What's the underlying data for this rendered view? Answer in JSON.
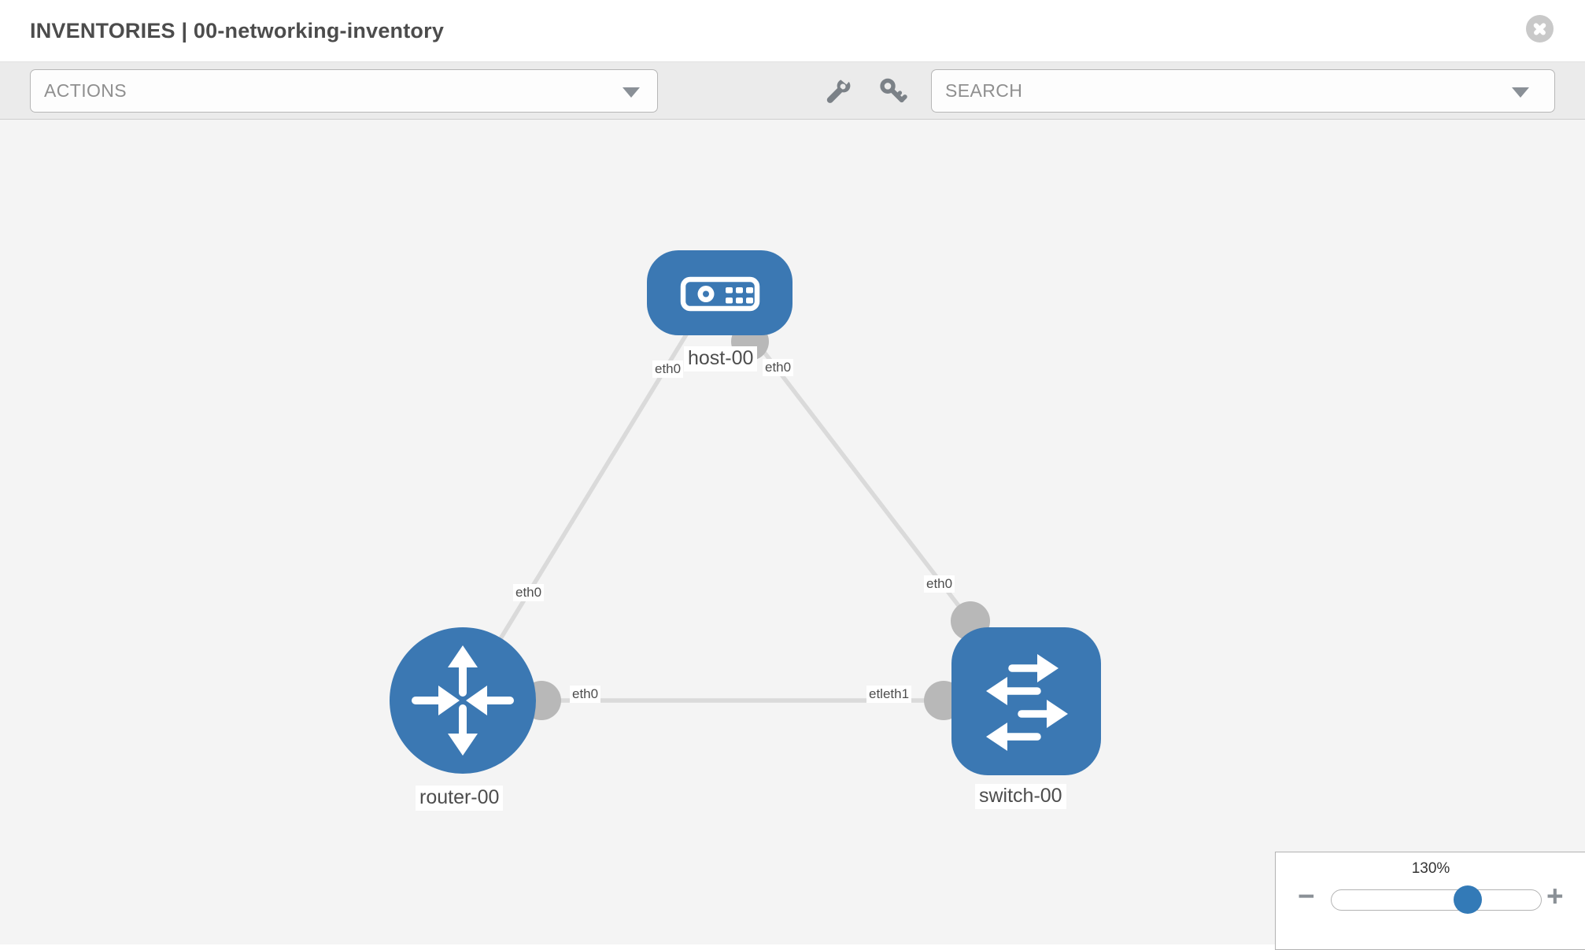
{
  "header": {
    "title": "INVENTORIES | 00-networking-inventory"
  },
  "toolbar": {
    "actions_label": "ACTIONS",
    "search_placeholder": "SEARCH",
    "tool_icons": [
      "wrench",
      "key"
    ]
  },
  "diagram": {
    "nodes": [
      {
        "id": "host-00",
        "type": "host",
        "label": "host-00"
      },
      {
        "id": "router-00",
        "type": "router",
        "label": "router-00"
      },
      {
        "id": "switch-00",
        "type": "switch",
        "label": "switch-00"
      }
    ],
    "links": [
      {
        "from": "host-00",
        "to": "router-00",
        "labels": [
          "eth0",
          "eth0"
        ]
      },
      {
        "from": "host-00",
        "to": "switch-00",
        "labels": [
          "eth0",
          "eth0"
        ]
      },
      {
        "from": "router-00",
        "to": "switch-00",
        "labels": [
          "eth0",
          "etleth1"
        ]
      }
    ],
    "labels": {
      "host_node": "host-00",
      "router_node": "router-00",
      "switch_node": "switch-00",
      "host_if_left": "eth0",
      "host_if_right": "eth0",
      "router_if_top": "eth0",
      "switch_if_top": "eth0",
      "mid_if_left": "eth0",
      "mid_if_right": "etleth1"
    }
  },
  "zoom_control": {
    "level": "130%",
    "percent": 130,
    "minus_symbol": "−",
    "plus_symbol": "+"
  },
  "colors": {
    "node_blue": "#3B78B3",
    "link_gray": "#DADADA",
    "connector_gray": "#B8B8B8",
    "slider_blue": "#337AB7",
    "toolbar_bg": "#EBEBEB",
    "canvas_bg": "#F4F4F4"
  }
}
